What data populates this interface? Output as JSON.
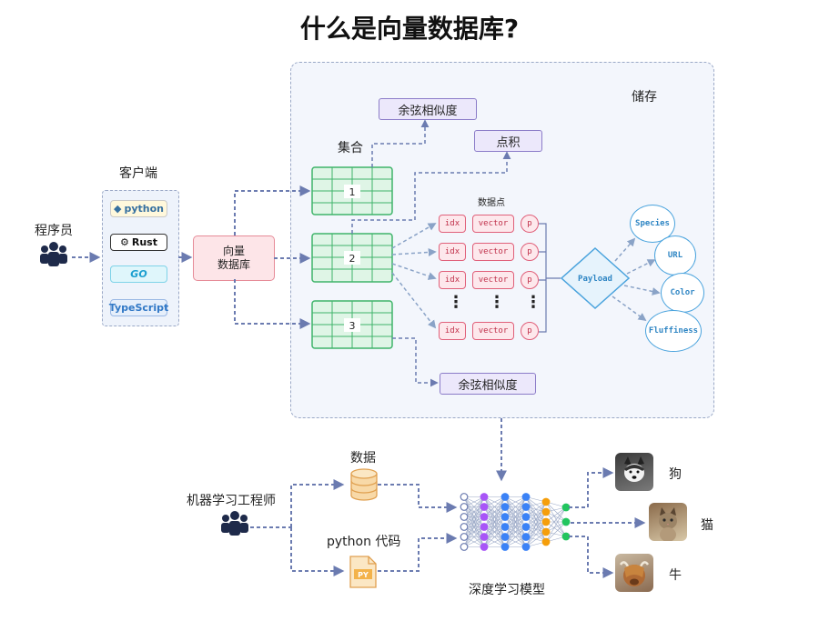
{
  "title": "什么是向量数据库?",
  "storage": {
    "label": "储存",
    "collection_label": "集合",
    "collections": [
      "1",
      "2",
      "3"
    ],
    "top_ops": [
      "余弦相似度",
      "点积"
    ],
    "bottom_op": "余弦相似度",
    "datapoints_label": "数据点",
    "datapoint_fields": [
      "idx",
      "vector",
      "p"
    ],
    "ellipsis": "⋮",
    "payload_label": "Payload",
    "payload_fields": [
      "Species",
      "URL",
      "Color",
      "Fluffiness"
    ]
  },
  "programmer": {
    "label": "程序员"
  },
  "client": {
    "label": "客户端",
    "sdks": [
      "python",
      "Rust",
      "GO",
      "TypeScript"
    ]
  },
  "vector_db": {
    "line1": "向量",
    "line2": "数据库"
  },
  "ml": {
    "engineer_label": "机器学习工程师",
    "data_label": "数据",
    "code_label": "python 代码",
    "code_file_badge": "PY",
    "model_label": "深度学习模型",
    "outputs": [
      "狗",
      "猫",
      "牛"
    ]
  },
  "colors": {
    "arrow": "#6b7bb0",
    "grid_green": "#3fb46a",
    "grid_fill": "#dff5e6",
    "purple": "#8b7cc8",
    "red": "#e0607a",
    "blue": "#4aa3dd",
    "node_purple": "#a855f7",
    "node_blue": "#3b82f6",
    "node_orange": "#f59e0b",
    "node_green": "#22c55e"
  }
}
